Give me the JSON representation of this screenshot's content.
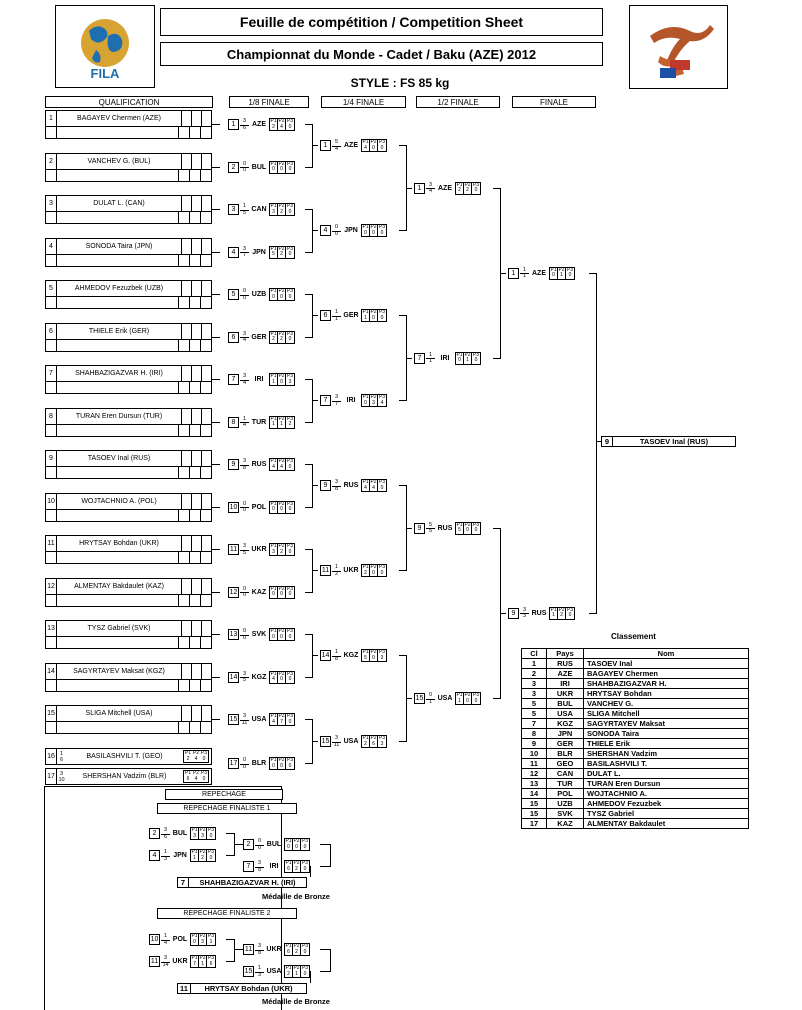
{
  "header": {
    "title": "Feuille de compétition / Competition Sheet",
    "subtitle": "Championnat du Monde - Cadet / Baku (AZE) 2012",
    "style": "STYLE : FS 85 kg",
    "logo_text": "FILA"
  },
  "rounds": [
    "QUALIFICATION",
    "1/8 FINALE",
    "1/4 FINALE",
    "1/2 FINALE",
    "FINALE"
  ],
  "qualification": [
    {
      "n": "1",
      "name": "BAGAYEV Chermen (AZE)"
    },
    {
      "n": "2",
      "name": "VANCHEV G. (BUL)"
    },
    {
      "n": "3",
      "name": "DULAT L. (CAN)"
    },
    {
      "n": "4",
      "name": "SONODA Taira (JPN)"
    },
    {
      "n": "5",
      "name": "AHMEDOV Fezuzbek (UZB)"
    },
    {
      "n": "6",
      "name": "THIELE Erik (GER)"
    },
    {
      "n": "7",
      "name": "SHAHBAZIGAZVAR H. (IRI)"
    },
    {
      "n": "8",
      "name": "TURAN Eren Dursun (TUR)"
    },
    {
      "n": "9",
      "name": "TASOEV Inal (RUS)"
    },
    {
      "n": "10",
      "name": "WOJTACHNIO A. (POL)"
    },
    {
      "n": "11",
      "name": "HRYTSAY Bohdan (UKR)"
    },
    {
      "n": "12",
      "name": "ALMENTAY Bakdaulet (KAZ)"
    },
    {
      "n": "13",
      "name": "TYSZ Gabriel (SVK)"
    },
    {
      "n": "14",
      "name": "SAGYRTAYEV Maksat (KGZ)"
    },
    {
      "n": "15",
      "name": "SLIGA Mitchell (USA)"
    }
  ],
  "qual_bottom": [
    {
      "n": "16",
      "s1": "1",
      "s2": "6",
      "name": "BASILASHVILI T. (GEO)",
      "p": [
        "2",
        "4",
        "0"
      ]
    },
    {
      "n": "17",
      "s1": "3",
      "s2": "10",
      "name": "SHERSHAN Vadzim (BLR)",
      "p": [
        "6",
        "4",
        "0"
      ]
    }
  ],
  "r16": [
    {
      "n": "1",
      "s1": "3",
      "s2": "6",
      "c": "AZE",
      "p": [
        "2",
        "4",
        "0"
      ]
    },
    {
      "n": "2",
      "s1": "0",
      "s2": "0",
      "c": "BUL",
      "p": [
        "0",
        "0",
        "0"
      ]
    },
    {
      "n": "3",
      "s1": "1",
      "s2": "5",
      "c": "CAN",
      "p": [
        "3",
        "2",
        "0"
      ]
    },
    {
      "n": "4",
      "s1": "3",
      "s2": "7",
      "c": "JPN",
      "p": [
        "5",
        "2",
        "0"
      ]
    },
    {
      "n": "5",
      "s1": "0",
      "s2": "0",
      "c": "UZB",
      "p": [
        "0",
        "0",
        "0"
      ]
    },
    {
      "n": "6",
      "s1": "3",
      "s2": "4",
      "c": "GER",
      "p": [
        "2",
        "2",
        "0"
      ]
    },
    {
      "n": "7",
      "s1": "3",
      "s2": "4",
      "c": "IRI",
      "p": [
        "1",
        "0",
        "3"
      ]
    },
    {
      "n": "8",
      "s1": "1",
      "s2": "4",
      "c": "TUR",
      "p": [
        "1",
        "1",
        "2"
      ]
    },
    {
      "n": "9",
      "s1": "3",
      "s2": "8",
      "c": "RUS",
      "p": [
        "4",
        "4",
        "0"
      ]
    },
    {
      "n": "10",
      "s1": "0",
      "s2": "0",
      "c": "POL",
      "p": [
        "0",
        "0",
        "0"
      ]
    },
    {
      "n": "11",
      "s1": "3",
      "s2": "5",
      "c": "UKR",
      "p": [
        "3",
        "2",
        "0"
      ]
    },
    {
      "n": "12",
      "s1": "0",
      "s2": "0",
      "c": "KAZ",
      "p": [
        "0",
        "0",
        "0"
      ]
    },
    {
      "n": "13",
      "s1": "0",
      "s2": "0",
      "c": "SVK",
      "p": [
        "0",
        "0",
        "0"
      ]
    },
    {
      "n": "14",
      "s1": "3",
      "s2": "5",
      "c": "KGZ",
      "p": [
        "4",
        "0",
        "0"
      ]
    },
    {
      "n": "15",
      "s1": "3",
      "s2": "11",
      "c": "USA",
      "p": [
        "4",
        "7",
        "0"
      ]
    },
    {
      "n": "17",
      "s1": "0",
      "s2": "0",
      "c": "BLR",
      "p": [
        "0",
        "0",
        "0"
      ]
    }
  ],
  "qf": [
    {
      "n": "1",
      "s1": "5",
      "s2": "4",
      "c": "AZE",
      "p": [
        "4",
        "0",
        "0"
      ]
    },
    {
      "n": "4",
      "s1": "0",
      "s2": "0",
      "c": "JPN",
      "p": [
        "0",
        "0",
        "0"
      ]
    },
    {
      "n": "6",
      "s1": "1",
      "s2": "1",
      "c": "GER",
      "p": [
        "1",
        "0",
        "0"
      ]
    },
    {
      "n": "7",
      "s1": "3",
      "s2": "7",
      "c": "IRI",
      "p": [
        "0",
        "3",
        "4"
      ]
    },
    {
      "n": "9",
      "s1": "3",
      "s2": "8",
      "c": "RUS",
      "p": [
        "4",
        "4",
        "0"
      ]
    },
    {
      "n": "11",
      "s1": "1",
      "s2": "2",
      "c": "UKR",
      "p": [
        "2",
        "0",
        "0"
      ]
    },
    {
      "n": "14",
      "s1": "1",
      "s2": "8",
      "c": "KGZ",
      "p": [
        "5",
        "0",
        "3"
      ]
    },
    {
      "n": "15",
      "s1": "3",
      "s2": "11",
      "c": "USA",
      "p": [
        "2",
        "6",
        "3"
      ]
    }
  ],
  "sf": [
    {
      "n": "1",
      "s1": "3",
      "s2": "4",
      "c": "AZE",
      "p": [
        "2",
        "2",
        "0"
      ]
    },
    {
      "n": "7",
      "s1": "1",
      "s2": "1",
      "c": "IRI",
      "p": [
        "0",
        "1",
        "0"
      ]
    },
    {
      "n": "9",
      "s1": "5",
      "s2": "5",
      "c": "RUS",
      "p": [
        "5",
        "0",
        "0"
      ]
    },
    {
      "n": "15",
      "s1": "0",
      "s2": "1",
      "c": "USA",
      "p": [
        "1",
        "0",
        "0"
      ]
    }
  ],
  "final": [
    {
      "n": "1",
      "s1": "1",
      "s2": "1",
      "c": "AZE",
      "p": [
        "0",
        "1",
        "0"
      ]
    },
    {
      "n": "9",
      "s1": "3",
      "s2": "3",
      "c": "RUS",
      "p": [
        "1",
        "2",
        "0"
      ]
    }
  ],
  "winner": {
    "n": "9",
    "name": "TASOEV Inal (RUS)"
  },
  "points_header": [
    "P1",
    "P2",
    "P3"
  ],
  "repechage": {
    "title": "REPECHAGE",
    "r1_title": "REPECHAGE FINALISTE 1",
    "r1_entries": [
      {
        "n": "2",
        "s1": "3",
        "s2": "6",
        "c": "BUL",
        "p": [
          "3",
          "3",
          "0"
        ]
      },
      {
        "n": "4",
        "s1": "1",
        "s2": "3",
        "c": "JPN",
        "p": [
          "1",
          "2",
          "0"
        ]
      },
      {
        "n": "2",
        "s1": "0",
        "s2": "0",
        "c": "BUL",
        "p": [
          "0",
          "0",
          "0"
        ]
      },
      {
        "n": "7",
        "s1": "3",
        "s2": "8",
        "c": "IRI",
        "p": [
          "6",
          "2",
          "0"
        ]
      }
    ],
    "r1_result": {
      "n": "7",
      "name": "SHAHBAZIGAZVAR H. (IRI)"
    },
    "bronze": "Médaille de Bronze",
    "r2_title": "REPECHAGE FINALISTE 2",
    "r2_entries": [
      {
        "n": "10",
        "s1": "1",
        "s2": "4",
        "c": "POL",
        "p": [
          "0",
          "3",
          "1"
        ]
      },
      {
        "n": "11",
        "s1": "3",
        "s2": "14",
        "c": "UKR",
        "p": [
          "7",
          "1",
          "6"
        ]
      },
      {
        "n": "11",
        "s1": "3",
        "s2": "8",
        "c": "UKR",
        "p": [
          "6",
          "2",
          "0"
        ]
      },
      {
        "n": "15",
        "s1": "1",
        "s2": "3",
        "c": "USA",
        "p": [
          "2",
          "1",
          "0"
        ]
      }
    ],
    "r2_result": {
      "n": "11",
      "name": "HRYTSAY Bohdan (UKR)"
    }
  },
  "classement": {
    "title": "Classement",
    "headers": [
      "Cl",
      "Pays",
      "Nom"
    ],
    "rows": [
      [
        "1",
        "RUS",
        "TASOEV Inal"
      ],
      [
        "2",
        "AZE",
        "BAGAYEV Chermen"
      ],
      [
        "3",
        "IRI",
        "SHAHBAZIGAZVAR H."
      ],
      [
        "3",
        "UKR",
        "HRYTSAY Bohdan"
      ],
      [
        "5",
        "BUL",
        "VANCHEV G."
      ],
      [
        "5",
        "USA",
        "SLIGA Mitchell"
      ],
      [
        "7",
        "KGZ",
        "SAGYRTAYEV Maksat"
      ],
      [
        "8",
        "JPN",
        "SONODA Taira"
      ],
      [
        "9",
        "GER",
        "THIELE Erik"
      ],
      [
        "10",
        "BLR",
        "SHERSHAN Vadzim"
      ],
      [
        "11",
        "GEO",
        "BASILASHVILI T."
      ],
      [
        "12",
        "CAN",
        "DULAT L."
      ],
      [
        "13",
        "TUR",
        "TURAN Eren Dursun"
      ],
      [
        "14",
        "POL",
        "WOJTACHNIO A."
      ],
      [
        "15",
        "UZB",
        "AHMEDOV Fezuzbek"
      ],
      [
        "15",
        "SVK",
        "TYSZ Gabriel"
      ],
      [
        "17",
        "KAZ",
        "ALMENTAY Bakdaulet"
      ]
    ]
  }
}
